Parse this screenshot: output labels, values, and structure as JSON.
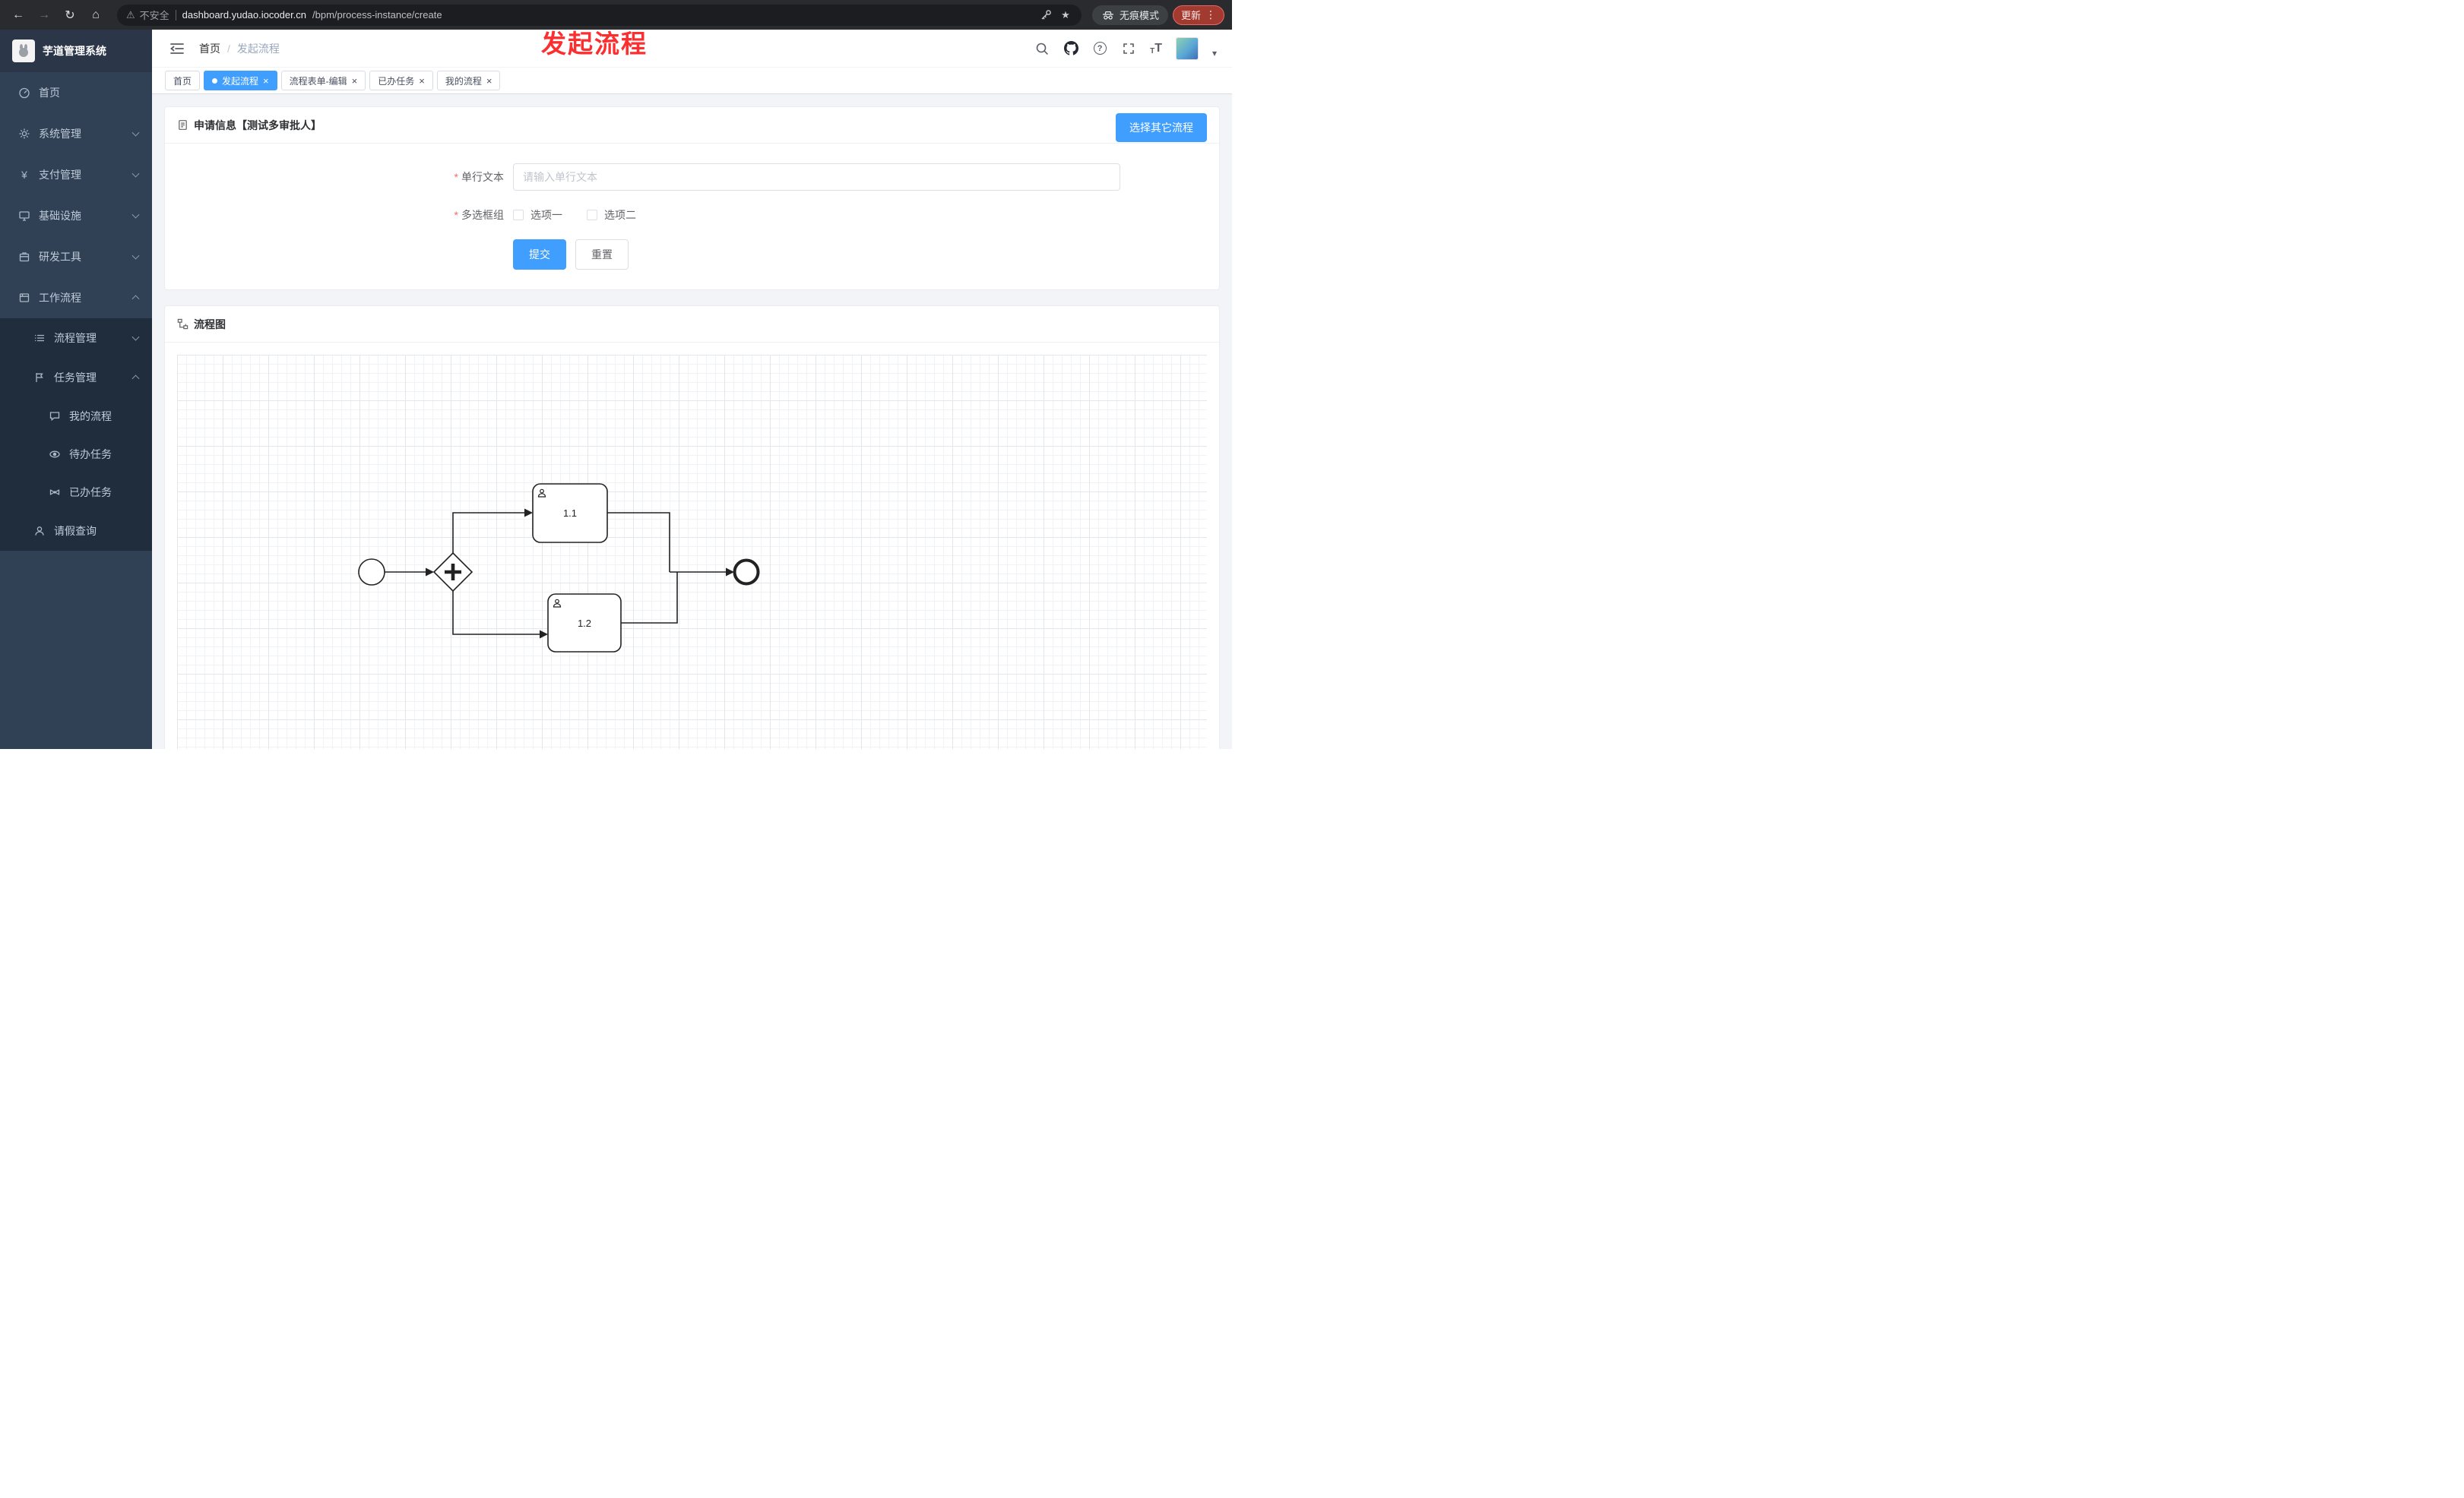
{
  "browser": {
    "security_label": "不安全",
    "url_domain": "dashboard.yudao.iocoder.cn",
    "url_path": "/bpm/process-instance/create",
    "incognito_label": "无痕模式",
    "update_label": "更新"
  },
  "glyphs": {
    "back": "←",
    "forward": "→",
    "refresh": "↻",
    "home": "⌂",
    "warning": "⚠",
    "star": "★",
    "dots": "⋮",
    "caret": "▾",
    "yen": "¥",
    "help": "?",
    "slash": "/",
    "close": "×",
    "font_big": "T",
    "font_small": "T"
  },
  "annotation": {
    "title": "发起流程"
  },
  "sidebar": {
    "logo_title": "芋道管理系统",
    "items": [
      {
        "label": "首页"
      },
      {
        "label": "系统管理"
      },
      {
        "label": "支付管理"
      },
      {
        "label": "基础设施"
      },
      {
        "label": "研发工具"
      },
      {
        "label": "工作流程"
      }
    ],
    "workflow_children": [
      {
        "label": "流程管理"
      },
      {
        "label": "任务管理"
      }
    ],
    "task_children": [
      {
        "label": "我的流程"
      },
      {
        "label": "待办任务"
      },
      {
        "label": "已办任务"
      }
    ],
    "leave_query": {
      "label": "请假查询"
    }
  },
  "header": {
    "breadcrumb_home": "首页",
    "breadcrumb_current": "发起流程"
  },
  "tabs": [
    {
      "label": "首页"
    },
    {
      "label": "发起流程"
    },
    {
      "label": "流程表单-编辑"
    },
    {
      "label": "已办任务"
    },
    {
      "label": "我的流程"
    }
  ],
  "form_card": {
    "title": "申请信息【测试多审批人】",
    "select_other_button": "选择其它流程",
    "required_mark": "*",
    "text_field": {
      "label": "单行文本",
      "placeholder": "请输入单行文本",
      "value": ""
    },
    "checkbox_group": {
      "label": "多选框组",
      "options": [
        {
          "label": "选项一",
          "checked": false
        },
        {
          "label": "选项二",
          "checked": false
        }
      ]
    },
    "submit_label": "提交",
    "reset_label": "重置"
  },
  "diagram_card": {
    "title": "流程图",
    "nodes": {
      "start": "start-event",
      "gateway": "parallel-gateway",
      "task1": "1.1",
      "task2": "1.2",
      "end": "end-event"
    }
  },
  "colors": {
    "accent": "#409eff",
    "annotation_red": "#fb2f2f",
    "sidebar_bg": "#304156",
    "sidebar_submenu_bg": "#1f2d3d",
    "active_tab": "#409eff"
  }
}
